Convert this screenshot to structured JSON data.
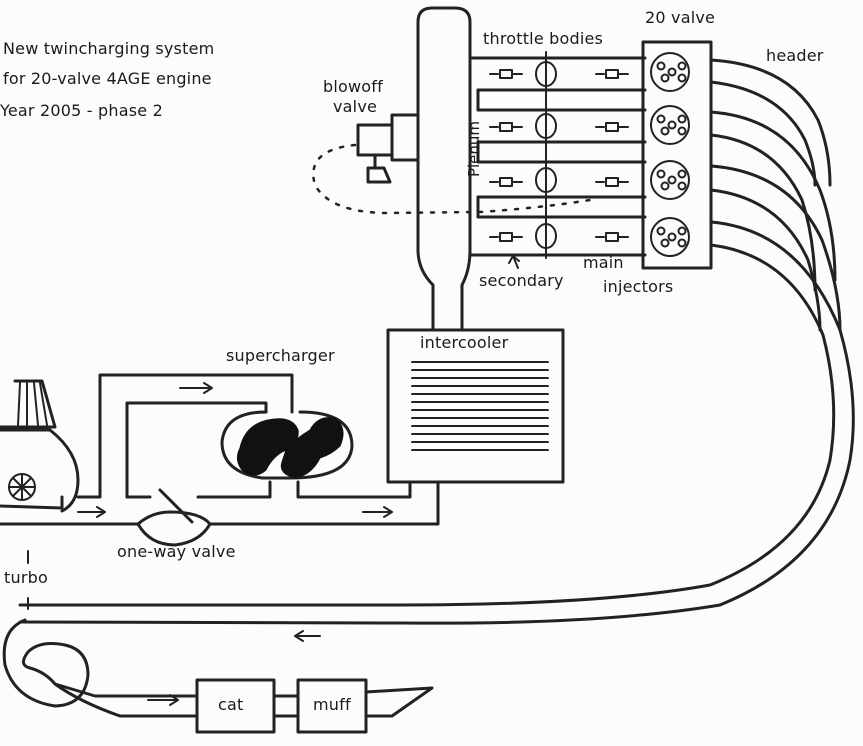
{
  "title_lines": [
    "New twincharging system",
    "for 20-valve 4AGE engine",
    "Year 2005 - phase 2"
  ],
  "labels": {
    "twenty_valve": "20 valve",
    "throttle_bodies": "throttle bodies",
    "header": "header",
    "blowoff_line1": "blowoff",
    "blowoff_line2": "valve",
    "plenum": "Plenum",
    "secondary": "secondary",
    "main": "main",
    "injectors": "injectors",
    "intercooler": "intercooler",
    "supercharger": "supercharger",
    "one_way_valve": "one-way valve",
    "turbo": "turbo",
    "cat": "cat",
    "muff": "muff"
  }
}
